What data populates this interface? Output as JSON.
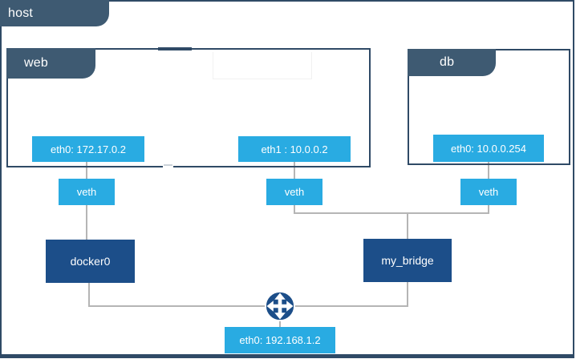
{
  "host": {
    "label": "host",
    "interface": {
      "label": "eth0: 192.168.1.2"
    }
  },
  "containers": {
    "web": {
      "label": "web",
      "interfaces": [
        {
          "label": "eth0: 172.17.0.2"
        },
        {
          "label": "eth1 : 10.0.0.2"
        }
      ]
    },
    "db": {
      "label": "db",
      "interfaces": [
        {
          "label": "eth0: 10.0.0.254"
        }
      ]
    }
  },
  "veths": {
    "web_eth0": "veth",
    "web_eth1": "veth",
    "db_eth0": "veth"
  },
  "bridges": {
    "docker0": "docker0",
    "my_bridge": "my_bridge"
  },
  "icons": {
    "router": "router-icon"
  },
  "colors": {
    "tab_slate": "#3E5A72",
    "container_border": "#2F4A66",
    "interface_blue": "#29ABE2",
    "bridge_navy": "#1C4E89",
    "connector_gray": "#B5B5B5",
    "text": "#FFFFFF"
  }
}
